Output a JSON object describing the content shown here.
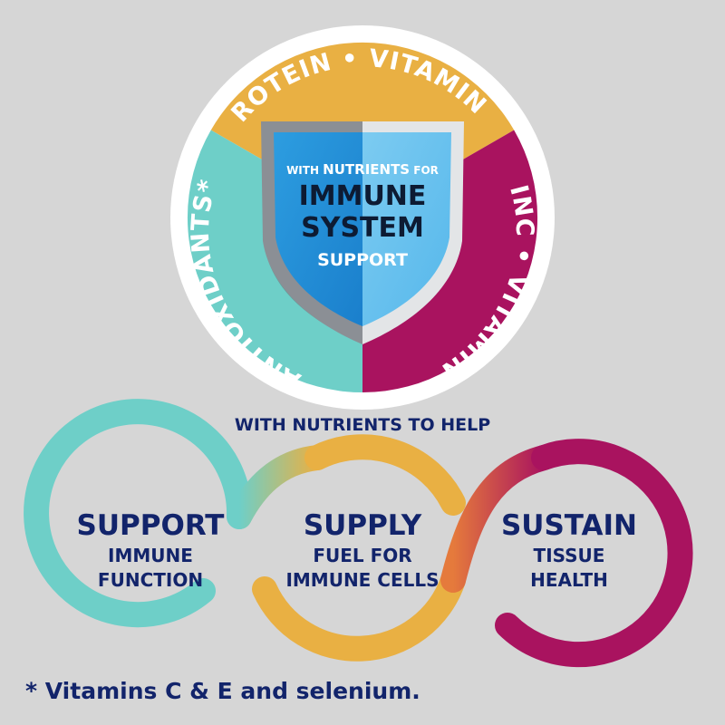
{
  "wheel": {
    "segments": [
      {
        "label": "PROTEIN • VITAMIN A",
        "color": "#e9b043"
      },
      {
        "label": "ZINC • VITAMIN D",
        "color": "#a9135f"
      },
      {
        "label": "ANTIOXIDANTS*",
        "color": "#6ecfc8"
      }
    ]
  },
  "shield": {
    "line1_prefix": "WITH ",
    "line1_bold": "NUTRIENTS",
    "line1_suffix": " FOR",
    "line2": "IMMUNE",
    "line3": "SYSTEM",
    "line4": "SUPPORT"
  },
  "subheading": "WITH NUTRIENTS TO HELP",
  "benefits": [
    {
      "title": "SUPPORT",
      "line1": "IMMUNE",
      "line2": "FUNCTION"
    },
    {
      "title": "SUPPLY",
      "line1": "FUEL FOR",
      "line2": "IMMUNE CELLS"
    },
    {
      "title": "SUSTAIN",
      "line1": "TISSUE",
      "line2": "HEALTH"
    }
  ],
  "footnote": "* Vitamins C & E and selenium.",
  "colors": {
    "navy": "#12246b",
    "teal": "#6ecfc8",
    "gold": "#e9b043",
    "magenta": "#a9135f",
    "orange": "#e57a3c",
    "background": "#d6d6d6"
  }
}
